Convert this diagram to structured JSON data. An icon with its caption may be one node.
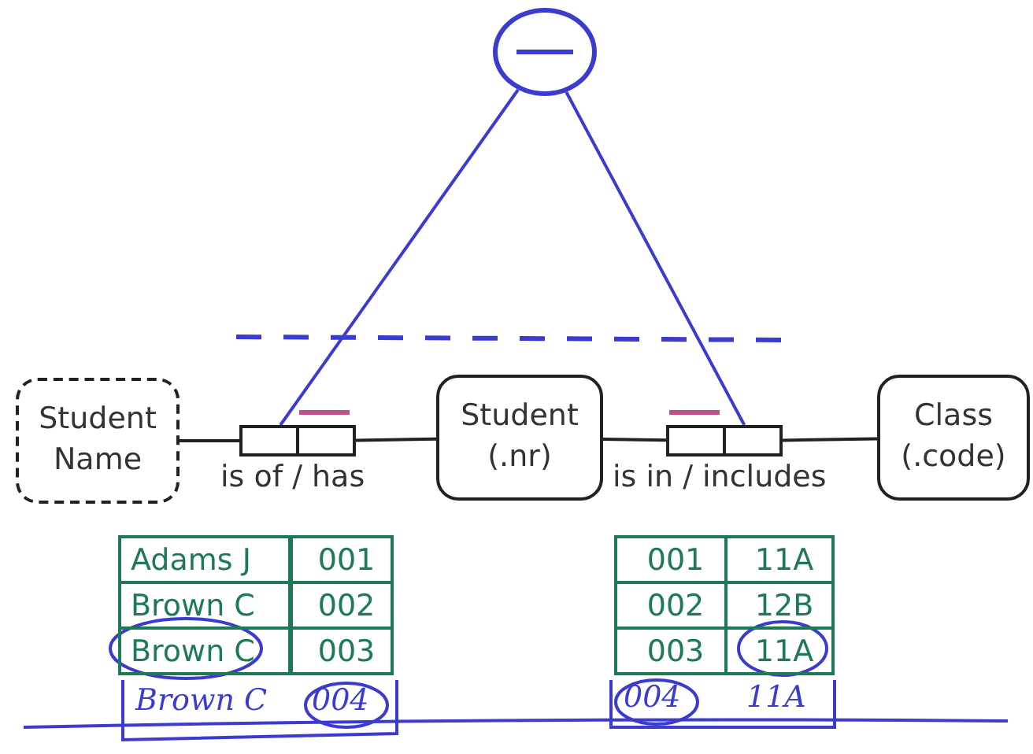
{
  "diagram": {
    "nodes": [
      {
        "text": [
          "Student Name"
        ]
      },
      {
        "text": [],
        "shape": "box"
      },
      {
        "text": [],
        "shape": "box"
      },
      {
        "text": [
          "Student (.nr)"
        ]
      },
      {
        "text": [],
        "shape": "box"
      },
      {
        "text": [],
        "shape": "box"
      },
      {
        "text": [
          "Class (.code)"
        ]
      },
      {
        "text": [],
        "shape": "circle"
      }
    ],
    "edges": [
      {
        "from": 0,
        "to": 1,
        "arrow": "none"
      },
      {
        "from": 2,
        "to": 3,
        "arrow": "none"
      },
      {
        "from": 3,
        "to": 4,
        "arrow": "none"
      },
      {
        "from": 5,
        "to": 6,
        "arrow": "none"
      },
      {
        "from": 7,
        "to": 1,
        "arrow": "none",
        "color": "#3b3bd0"
      },
      {
        "from": 7,
        "to": 5,
        "arrow": "none",
        "color": "#3b3bd0"
      }
    ],
    "labels": [
      "is of / has",
      "is in / includes",
      "Adams J",
      "001",
      "Brown C",
      "002",
      "Brown C",
      "003",
      "001",
      "11A",
      "002",
      "12B",
      "003",
      "11A",
      "Brown C",
      "004",
      "004",
      "11A"
    ]
  }
}
